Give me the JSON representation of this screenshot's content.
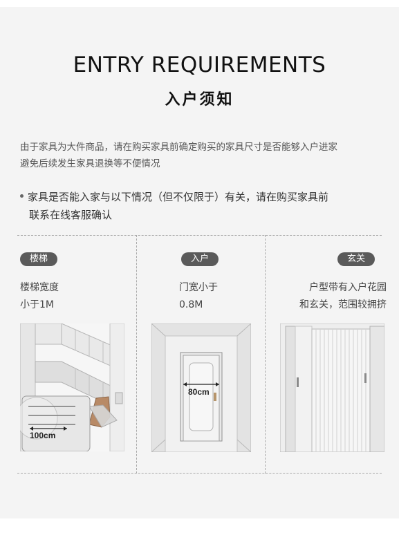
{
  "header": {
    "title_en": "ENTRY REQUIREMENTS",
    "title_cn": "入户须知"
  },
  "intro": {
    "line1": "由于家具为大件商品，请在购买家具前确定购买的家具尺寸是否能够入户进家",
    "line2": "避免后续发生家具退换等不便情况"
  },
  "notice": {
    "line1": "家具是否能入家与以下情况（但不仅限于）有关，请在购买家具前",
    "line2": "联系在线客服确认"
  },
  "cases": [
    {
      "tag": "楼梯",
      "desc_line1": "楼梯宽度",
      "desc_line2": "小于1M",
      "measure": "100cm",
      "icon": "staircase-illustration"
    },
    {
      "tag": "入户",
      "desc_line1": "门宽小于",
      "desc_line2": "0.8M",
      "measure": "80cm",
      "icon": "door-illustration"
    },
    {
      "tag": "玄关",
      "desc_line1": "户型带有入户花园",
      "desc_line2": "和玄关，范围较拥挤",
      "icon": "entryway-illustration"
    }
  ],
  "colors": {
    "background": "#f4f4f4",
    "tag_bg": "#5a5a5a",
    "text": "#333333"
  }
}
